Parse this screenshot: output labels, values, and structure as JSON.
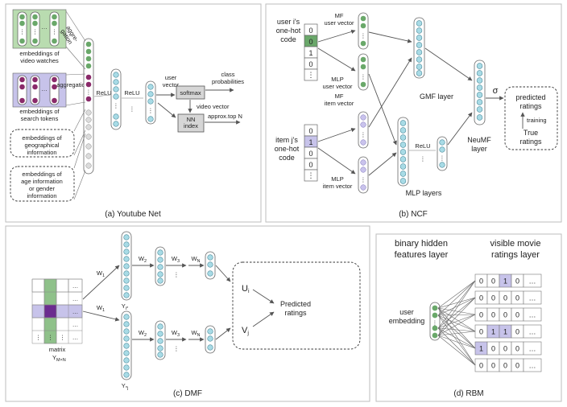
{
  "panels": {
    "youtube": {
      "caption": "(a) Youtube Net",
      "video_watches": "embeddings of video watches",
      "search_tokens": "embeddings of search tokens",
      "geo": "embeddings of geographical information",
      "age": "embeddings of age information or gender information",
      "aggregation_1": "aggre-gation",
      "aggregation_2": "aggre-gation",
      "relu_1": "ReLU",
      "relu_2": "ReLU",
      "user_vector": "user vector",
      "softmax": "softmax",
      "class_probabilities": "class probabilities",
      "video_vector": "video vector",
      "nn_index": "NN index",
      "approx_top_n": "approx.top N"
    },
    "ncf": {
      "caption": "(b) NCF",
      "user_code": "user i's one-hot code",
      "item_code": "item j's one-hot code",
      "user_bits": [
        "0",
        "0",
        "1",
        "0",
        "⋮"
      ],
      "item_bits": [
        "0",
        "1",
        "0",
        "0",
        "⋮"
      ],
      "mf_user_vector": "MF user vector",
      "mlp_user_vector": "MLP user vector",
      "mf_item_vector": "MF item vector",
      "mlp_item_vector": "MLP item vector",
      "gmf_layer": "GMF layer",
      "mlp_layers": "MLP layers",
      "relu": "ReLU",
      "neumf_layer": "NeuMF layer",
      "sigma": "σ",
      "predicted_ratings": "predicted ratings",
      "training": "training",
      "true_ratings": "True ratings"
    },
    "dmf": {
      "caption": "(c) DMF",
      "matrix_label": "matrix",
      "matrix_sub": "Y",
      "matrix_sub_idx": "M×N",
      "w1_top": "W",
      "w2_top": "W",
      "w3_top": "W",
      "wn_top": "W",
      "w1_bot": "W",
      "w2_bot": "W",
      "w3_bot": "W",
      "wn_bot": "W",
      "yi": "Y",
      "yj": "Y",
      "ui": "U",
      "vj": "V",
      "predicted": "Predicted ratings"
    },
    "rbm": {
      "caption": "(d) RBM",
      "hidden_title": "binary hidden features layer",
      "visible_title": "visible movie ratings layer",
      "user_embedding": "user embedding",
      "rows": [
        [
          "0",
          "0",
          "1",
          "0",
          "…"
        ],
        [
          "0",
          "0",
          "0",
          "0",
          "…"
        ],
        [
          "0",
          "0",
          "0",
          "0",
          "…"
        ],
        [
          "0",
          "1",
          "1",
          "0",
          "…"
        ],
        [
          "1",
          "0",
          "0",
          "0",
          "…"
        ],
        [
          "0",
          "0",
          "0",
          "0",
          "…"
        ]
      ]
    }
  },
  "colors": {
    "green_node": "#6aa86a",
    "cyan_node": "#a8dbe6",
    "purple_node": "#8a2a6a",
    "lavender_node": "#c9c3ec",
    "green_block": "#b9dcb0",
    "lavender_block": "#c7c3ea",
    "dark_purple": "#6b2c8f",
    "softmax_fill": "#d6d6d6"
  }
}
